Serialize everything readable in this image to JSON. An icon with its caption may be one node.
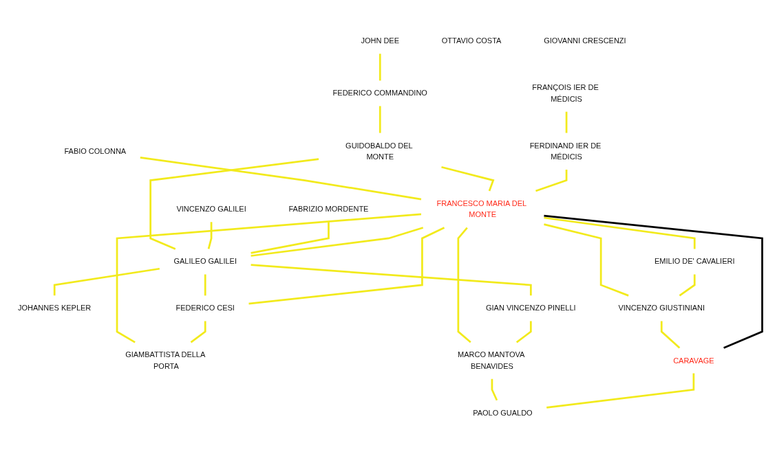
{
  "diagram": {
    "nodes": [
      {
        "text": [
          "JOHN DEE"
        ]
      },
      {
        "text": [
          "FEDERICO COMMANDINO"
        ]
      },
      {
        "text": [
          "FABIO COLONNA"
        ]
      },
      {
        "text": [
          "GUIDOBALDO DEL MONTE"
        ]
      },
      {
        "text": [
          "VINCENZO GALILEI"
        ]
      },
      {
        "text": [
          "FRANÇOIS IER DE MÉDICIS"
        ]
      },
      {
        "text": [
          "FABRIZIO MORDENTE"
        ]
      },
      {
        "text": [
          "FERDINAND IER DE MÉDICIS"
        ]
      },
      {
        "text": [
          "FRANCESCO MARIA DEL MONTE"
        ]
      },
      {
        "text": [
          "GALILEO GALILEI"
        ]
      },
      {
        "text": [
          "JOHANNES KEPLER"
        ]
      },
      {
        "text": [
          "FEDERICO CESI"
        ]
      },
      {
        "text": [
          "GIAN VINCENZO PINELLI"
        ]
      },
      {
        "text": [
          "GIAMBATTISTA DELLA PORTA"
        ]
      },
      {
        "text": [
          "EMILIO DE' CAVALIERI"
        ]
      },
      {
        "text": [
          "VINCENZO GIUSTINIANI"
        ]
      },
      {
        "text": [
          "OTTAVIO COSTA"
        ]
      },
      {
        "text": [
          "GIOVANNI CRESCENZI"
        ]
      },
      {
        "text": [
          "MARCO MANTOVA BENAVIDES"
        ]
      },
      {
        "text": [
          "CARAVAGE"
        ]
      },
      {
        "text": [
          "PAOLO GUALDO"
        ]
      }
    ],
    "edges": [
      {
        "from": 0,
        "to": 1,
        "arrow": "none"
      },
      {
        "from": 1,
        "to": 3,
        "arrow": "none"
      },
      {
        "from": 2,
        "to": 8,
        "arrow": "none"
      },
      {
        "from": 3,
        "to": 8,
        "arrow": "none"
      },
      {
        "from": 3,
        "to": 9,
        "arrow": "none"
      },
      {
        "from": 4,
        "to": 9,
        "arrow": "none"
      },
      {
        "from": 6,
        "to": 9,
        "arrow": "none"
      },
      {
        "from": 5,
        "to": 7,
        "arrow": "none"
      },
      {
        "from": 7,
        "to": 8,
        "arrow": "none"
      },
      {
        "from": 8,
        "to": 9,
        "arrow": "none"
      },
      {
        "from": 9,
        "to": 10,
        "arrow": "none"
      },
      {
        "from": 9,
        "to": 11,
        "arrow": "none"
      },
      {
        "from": 9,
        "to": 12,
        "arrow": "none"
      },
      {
        "from": 8,
        "to": 14,
        "arrow": "none"
      },
      {
        "from": 8,
        "to": 15,
        "arrow": "none"
      },
      {
        "from": 8,
        "to": 11,
        "arrow": "none"
      },
      {
        "from": 8,
        "to": 13,
        "arrow": "none"
      },
      {
        "from": 11,
        "to": 13,
        "arrow": "none"
      },
      {
        "from": 8,
        "to": 18,
        "arrow": "none"
      },
      {
        "from": 12,
        "to": 18,
        "arrow": "none"
      },
      {
        "from": 14,
        "to": 15,
        "arrow": "none"
      },
      {
        "from": 15,
        "to": 19,
        "arrow": "none"
      },
      {
        "from": 18,
        "to": 20,
        "arrow": "none"
      },
      {
        "from": 19,
        "to": 20,
        "arrow": "none"
      },
      {
        "from": 8,
        "to": 19,
        "arrow": "none",
        "color": "#000000"
      }
    ]
  }
}
